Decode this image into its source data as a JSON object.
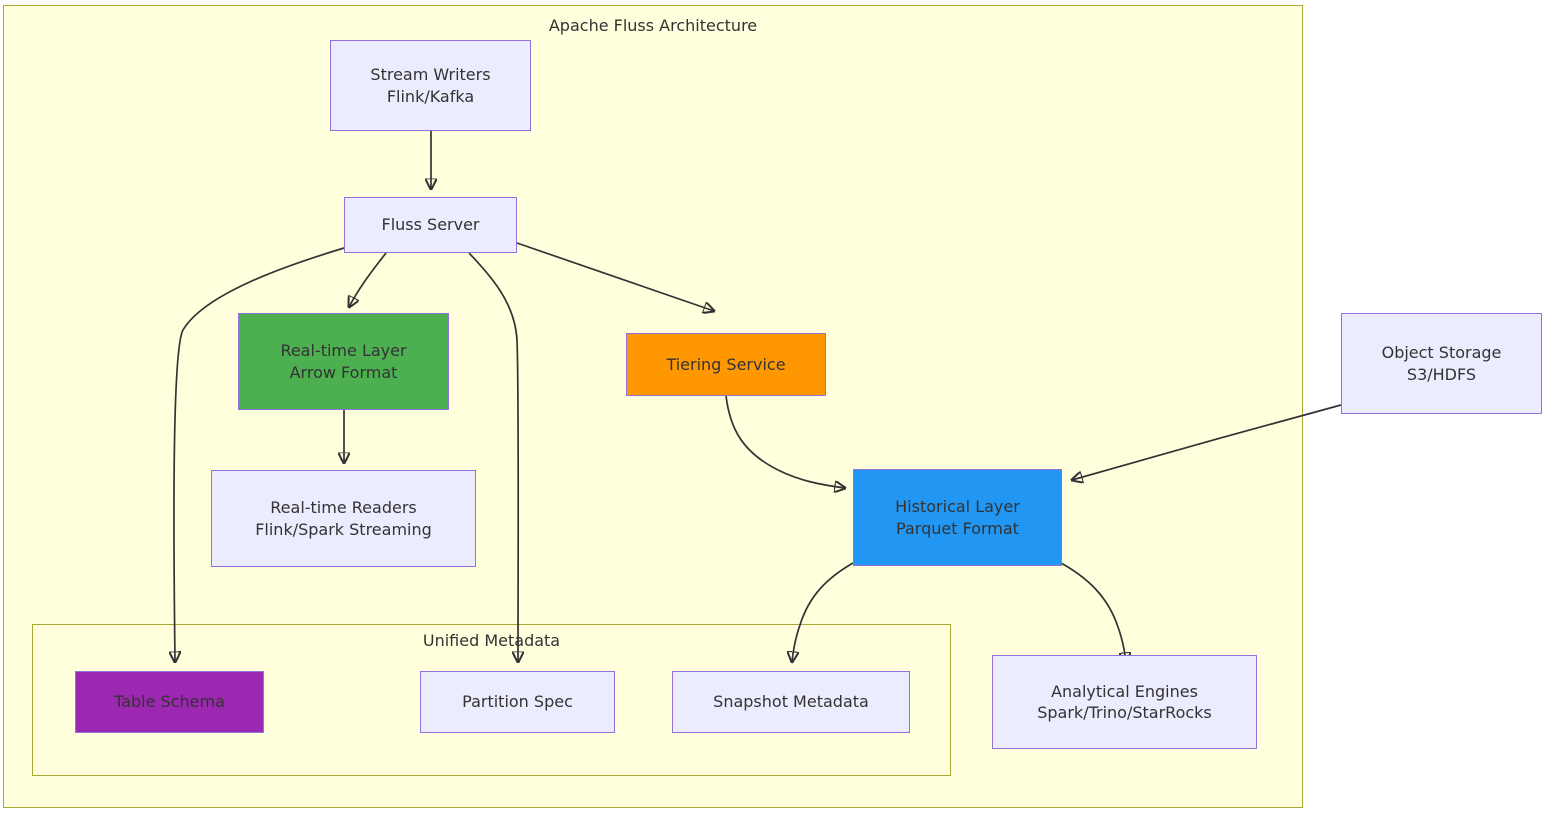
{
  "diagram": {
    "title": "Apache Fluss Architecture",
    "type": "flowchart",
    "subgraphs": [
      {
        "id": "outer",
        "label": "Apache Fluss Architecture"
      },
      {
        "id": "metadata",
        "label": "Unified Metadata"
      }
    ],
    "colors": {
      "subgraph_fill": "#FFFFDE",
      "subgraph_border": "#AAAA33",
      "node_fill": "#ECECFF",
      "node_border": "#9370DB",
      "realtime_layer": "#4CAF50",
      "tiering_service": "#FF9800",
      "historical_layer": "#2196F3",
      "table_schema": "#9C27B0",
      "edge": "#333333",
      "text": "#333333"
    },
    "nodes": [
      {
        "id": "stream-writers",
        "line1": "Stream Writers",
        "line2": "Flink/Kafka"
      },
      {
        "id": "fluss-server",
        "line1": "Fluss Server",
        "line2": ""
      },
      {
        "id": "realtime-layer",
        "line1": "Real-time Layer",
        "line2": "Arrow Format"
      },
      {
        "id": "tiering-service",
        "line1": "Tiering Service",
        "line2": ""
      },
      {
        "id": "object-storage",
        "line1": "Object Storage",
        "line2": "S3/HDFS"
      },
      {
        "id": "realtime-readers",
        "line1": "Real-time Readers",
        "line2": "Flink/Spark Streaming"
      },
      {
        "id": "historical-layer",
        "line1": "Historical Layer",
        "line2": "Parquet Format"
      },
      {
        "id": "table-schema",
        "line1": "Table Schema",
        "line2": ""
      },
      {
        "id": "partition-spec",
        "line1": "Partition Spec",
        "line2": ""
      },
      {
        "id": "snapshot-metadata",
        "line1": "Snapshot Metadata",
        "line2": ""
      },
      {
        "id": "analytical-engines",
        "line1": "Analytical Engines",
        "line2": "Spark/Trino/StarRocks"
      }
    ],
    "edges": [
      {
        "from": "stream-writers",
        "to": "fluss-server"
      },
      {
        "from": "fluss-server",
        "to": "realtime-layer"
      },
      {
        "from": "fluss-server",
        "to": "tiering-service"
      },
      {
        "from": "fluss-server",
        "to": "table-schema"
      },
      {
        "from": "fluss-server",
        "to": "partition-spec"
      },
      {
        "from": "realtime-layer",
        "to": "realtime-readers"
      },
      {
        "from": "tiering-service",
        "to": "historical-layer"
      },
      {
        "from": "object-storage",
        "to": "historical-layer"
      },
      {
        "from": "historical-layer",
        "to": "snapshot-metadata"
      },
      {
        "from": "historical-layer",
        "to": "analytical-engines"
      }
    ]
  }
}
